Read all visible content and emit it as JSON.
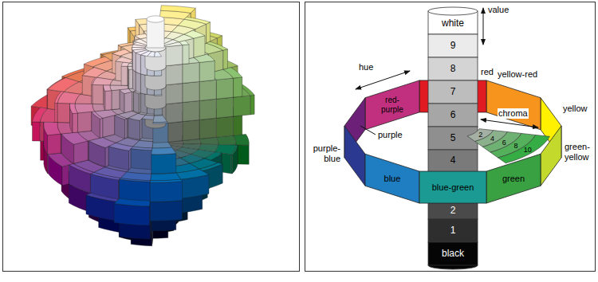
{
  "diagram": {
    "nodes": [
      {
        "text": [
          "white"
        ]
      },
      {
        "text": [
          "9"
        ]
      },
      {
        "text": [
          "8"
        ]
      },
      {
        "text": [
          "7"
        ]
      },
      {
        "text": [
          "6"
        ]
      },
      {
        "text": [
          "5"
        ]
      },
      {
        "text": [
          "4"
        ]
      },
      {
        "text": [
          "2"
        ]
      },
      {
        "text": [
          "1"
        ]
      },
      {
        "text": [
          "black"
        ]
      },
      {
        "text": [
          "red-purple"
        ]
      },
      {
        "text": [
          "blue"
        ]
      },
      {
        "text": [
          "blue-green"
        ]
      },
      {
        "text": [
          "green"
        ]
      }
    ],
    "labels": [
      "value",
      "red",
      "yellow-red",
      "yellow",
      "hue",
      "purple",
      "chroma",
      "2",
      "4",
      "6",
      "8",
      "10",
      "green-yellow",
      "purple-blue"
    ]
  }
}
